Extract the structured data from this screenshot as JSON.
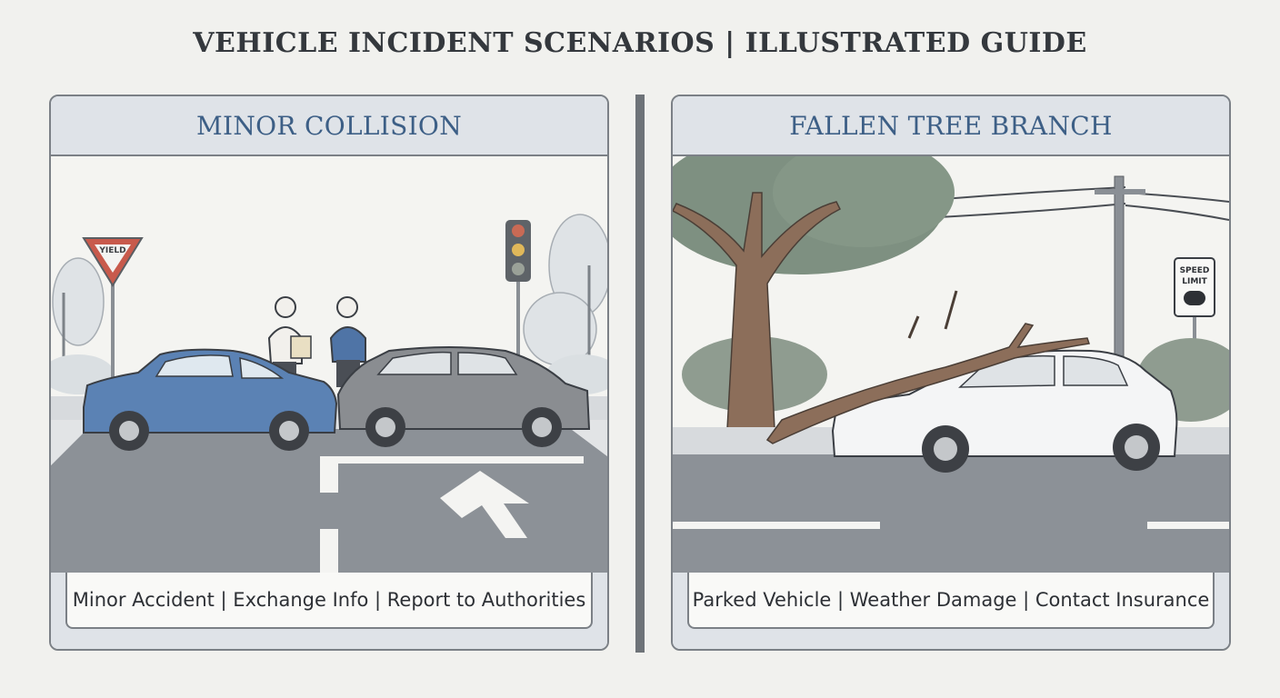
{
  "page": {
    "title": "VEHICLE INCIDENT SCENARIOS | ILLUSTRATED GUIDE"
  },
  "panels": [
    {
      "title": "MINOR COLLISION",
      "caption": "Minor Accident | Exchange Info | Report to Authorities",
      "sign_text": "YIELD"
    },
    {
      "title": "FALLEN TREE BRANCH",
      "caption": "Parked Vehicle | Weather Damage | Contact Insurance",
      "sign_text_line1": "SPEED",
      "sign_text_line2": "LIMIT"
    }
  ],
  "colors": {
    "title_text": "#34383d",
    "panel_title": "#3d5f86",
    "header_bg": "#dfe3e8",
    "border": "#7b8086",
    "road": "#8c9197",
    "blue_car": "#5b82b4",
    "gray_car": "#8a8d91",
    "white_car": "#f4f5f6",
    "tree_trunk": "#8c6e5a",
    "foliage": "#7e9081"
  },
  "icons": [
    "yield-sign-icon",
    "traffic-light-icon",
    "speed-limit-sign-icon",
    "utility-pole-icon",
    "road-arrow-icon"
  ]
}
